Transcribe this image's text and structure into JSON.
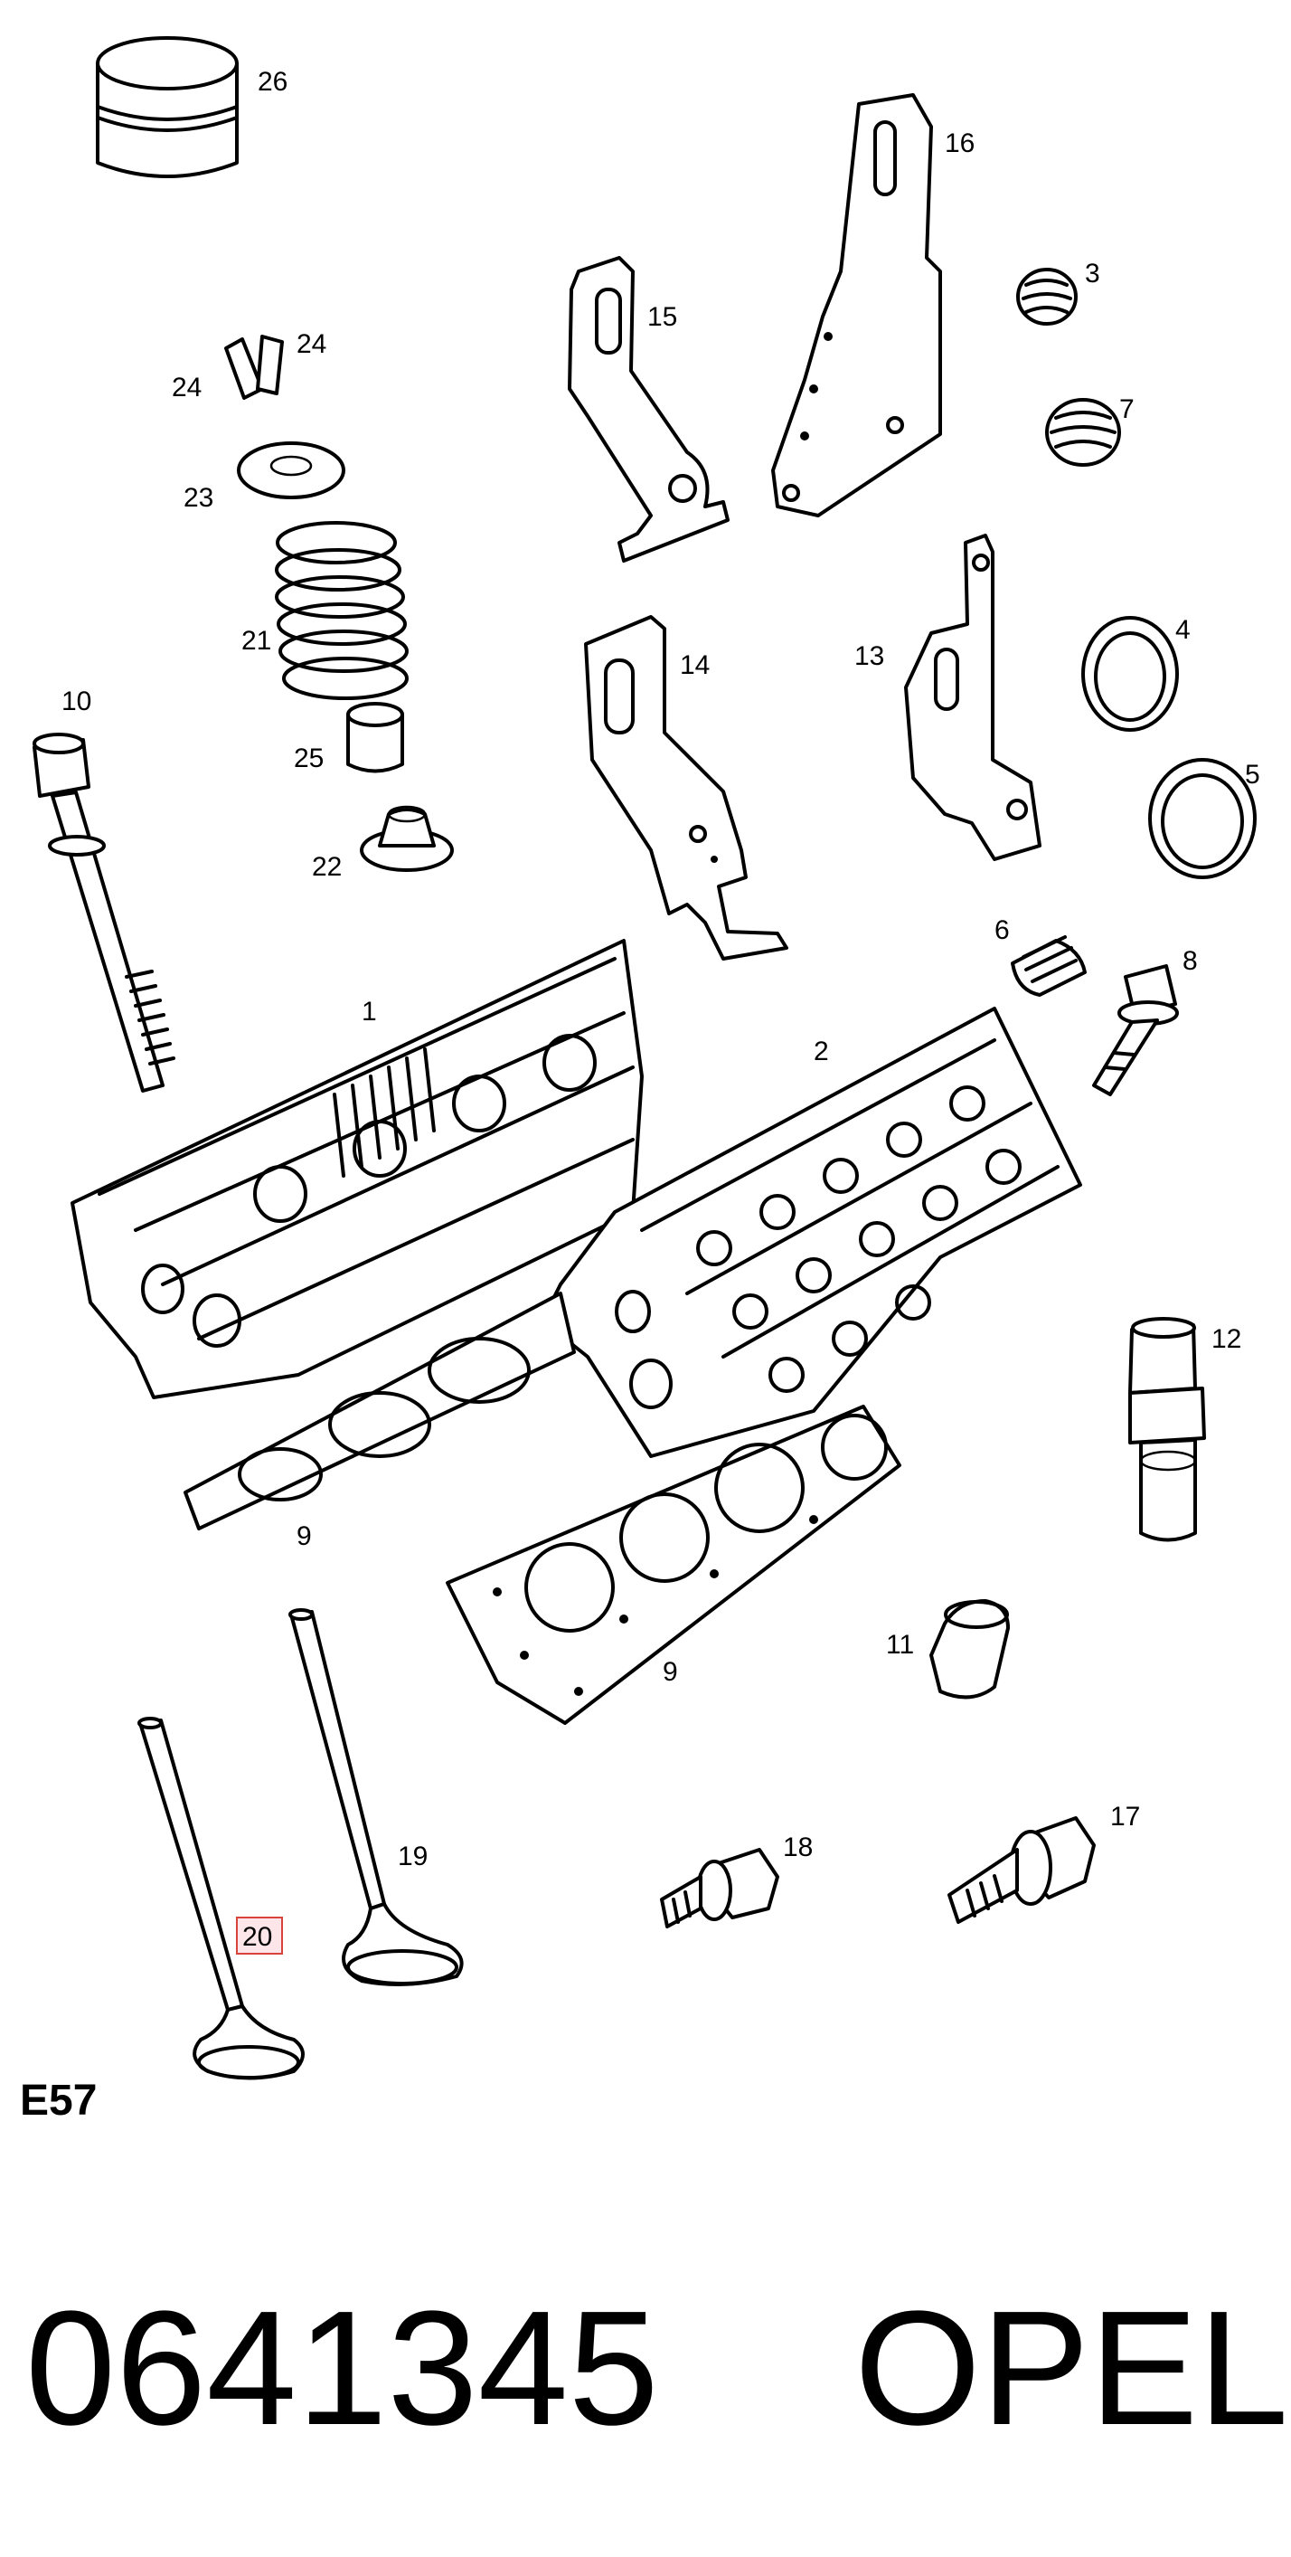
{
  "diagram": {
    "labels": {
      "p1": "1",
      "p2": "2",
      "p3": "3",
      "p4": "4",
      "p5": "5",
      "p6": "6",
      "p7": "7",
      "p8": "8",
      "p9a": "9",
      "p9b": "9",
      "p10": "10",
      "p11": "11",
      "p12": "12",
      "p13": "13",
      "p14": "14",
      "p15": "15",
      "p16": "16",
      "p17": "17",
      "p18": "18",
      "p19": "19",
      "p20": "20",
      "p21": "21",
      "p22": "22",
      "p23": "23",
      "p24a": "24",
      "p24b": "24",
      "p25": "25",
      "p26": "26"
    },
    "highlighted_label": "20",
    "section_code": "E57",
    "part_number": "0641345",
    "brand": "OPEL"
  }
}
